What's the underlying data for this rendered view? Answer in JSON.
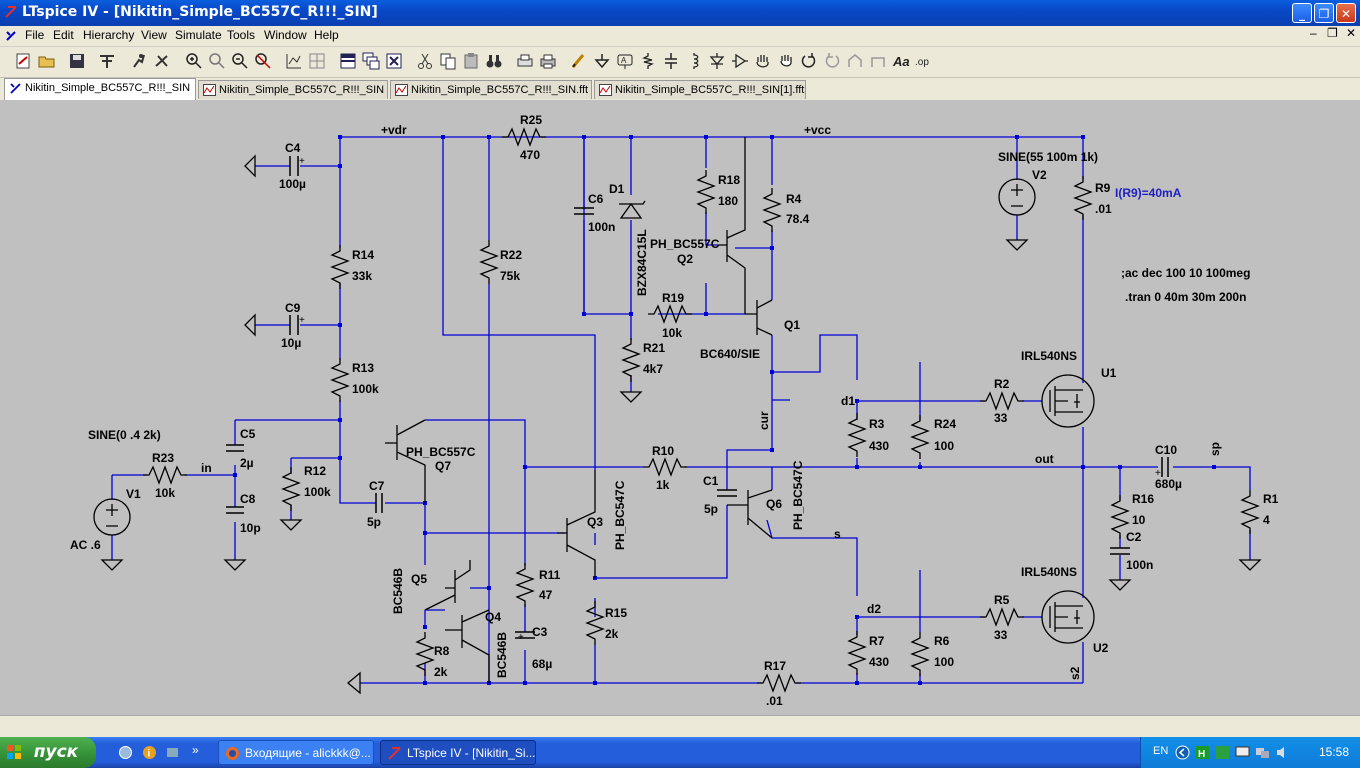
{
  "window": {
    "title": "LTspice IV - [Nikitin_Simple_BC557C_R!!!_SIN]",
    "minimize_glyph": "_",
    "restore_glyph": "❐",
    "close_glyph": "✕"
  },
  "menu": [
    "File",
    "Edit",
    "Hierarchy",
    "View",
    "Simulate",
    "Tools",
    "Window",
    "Help"
  ],
  "tabs": [
    {
      "label": "Nikitin_Simple_BC557C_R!!!_SIN",
      "icon": "schematic-icon",
      "active": true
    },
    {
      "label": "Nikitin_Simple_BC557C_R!!!_SIN",
      "icon": "waveform-icon",
      "active": false
    },
    {
      "label": "Nikitin_Simple_BC557C_R!!!_SIN.fft",
      "icon": "waveform-icon",
      "active": false
    },
    {
      "label": "Nikitin_Simple_BC557C_R!!!_SIN[1].fft",
      "icon": "waveform-icon",
      "active": false
    }
  ],
  "schematic": {
    "net_labels": {
      "vdr": "+vdr",
      "vcc": "+vcc",
      "in": "in",
      "out": "out",
      "cur": "cur",
      "d1": "d1",
      "d2": "d2",
      "s": "s",
      "s2": "s2",
      "sp": "sp"
    },
    "components": {
      "C4": {
        "name": "C4",
        "value": "100µ"
      },
      "R25": {
        "name": "R25",
        "value": "470"
      },
      "C6": {
        "name": "C6",
        "value": "100n"
      },
      "D1": {
        "name": "D1",
        "value": "BZX84C15L"
      },
      "R18": {
        "name": "R18",
        "value": "180"
      },
      "R4": {
        "name": "R4",
        "value": "78.4"
      },
      "V2": {
        "name": "V2",
        "value": "SINE(55 100m 1k)"
      },
      "R9": {
        "name": "R9",
        "value": ".01"
      },
      "R22": {
        "name": "R22",
        "value": "75k"
      },
      "R14": {
        "name": "R14",
        "value": "33k"
      },
      "Q2": {
        "name": "Q2",
        "value": "PH_BC557C"
      },
      "C9": {
        "name": "C9",
        "value": "10µ"
      },
      "R19": {
        "name": "R19",
        "value": "10k"
      },
      "Q1": {
        "name": "Q1",
        "value": "BC640/SIE"
      },
      "R21": {
        "name": "R21",
        "value": "4k7"
      },
      "R13": {
        "name": "R13",
        "value": "100k"
      },
      "U1": {
        "name": "U1",
        "value": "IRL540NS"
      },
      "R2": {
        "name": "R2",
        "value": "33"
      },
      "R3": {
        "name": "R3",
        "value": "430"
      },
      "R24": {
        "name": "R24",
        "value": "100"
      },
      "C5": {
        "name": "C5",
        "value": "2µ"
      },
      "V1_src": {
        "name": "SINE(0 .4 2k)"
      },
      "Q7": {
        "name": "Q7",
        "value": "PH_BC557C"
      },
      "R23": {
        "name": "R23",
        "value": "10k"
      },
      "R10": {
        "name": "R10",
        "value": "1k"
      },
      "C10": {
        "name": "C10",
        "value": "680µ"
      },
      "R12": {
        "name": "R12",
        "value": "100k"
      },
      "V1": {
        "name": "V1",
        "value": "AC .6"
      },
      "C8": {
        "name": "C8",
        "value": "10p"
      },
      "C7": {
        "name": "C7",
        "value": "5p"
      },
      "Q3": {
        "name": "Q3",
        "value": "PH_BC547C"
      },
      "C1": {
        "name": "C1",
        "value": "5p"
      },
      "Q6": {
        "name": "Q6",
        "value": "PH_BC547C"
      },
      "R16": {
        "name": "R16",
        "value": "10"
      },
      "R1": {
        "name": "R1",
        "value": "4"
      },
      "C2": {
        "name": "C2",
        "value": "100n"
      },
      "Q5": {
        "name": "Q5",
        "value": "BC546B"
      },
      "Q4": {
        "name": "Q4",
        "value": "BC546B"
      },
      "R11": {
        "name": "R11",
        "value": "47"
      },
      "C3": {
        "name": "C3",
        "value": "68µ"
      },
      "R15": {
        "name": "R15",
        "value": "2k"
      },
      "R8": {
        "name": "R8",
        "value": "2k"
      },
      "U2": {
        "name": "U2",
        "value": "IRL540NS"
      },
      "R5": {
        "name": "R5",
        "value": "33"
      },
      "R7": {
        "name": "R7",
        "value": "430"
      },
      "R6": {
        "name": "R6",
        "value": "100"
      },
      "R17": {
        "name": "R17",
        "value": ".01"
      }
    },
    "annotations": {
      "ir9": "I(R9)=40mA",
      "ac_directive": ";ac dec 100 10 100meg",
      "tran_directive": ".tran 0 40m 30m 200n"
    }
  },
  "taskbar": {
    "start": "пуск",
    "buttons": [
      "Входящие - alickkk@...",
      "LTspice IV - [Nikitin_Si..."
    ],
    "lang": "EN",
    "clock": "15:58"
  },
  "colors": {
    "wire": "#0000d8",
    "component": "#000000",
    "annotation_blue": "#2020c0",
    "canvas": "#c0c0c0"
  }
}
